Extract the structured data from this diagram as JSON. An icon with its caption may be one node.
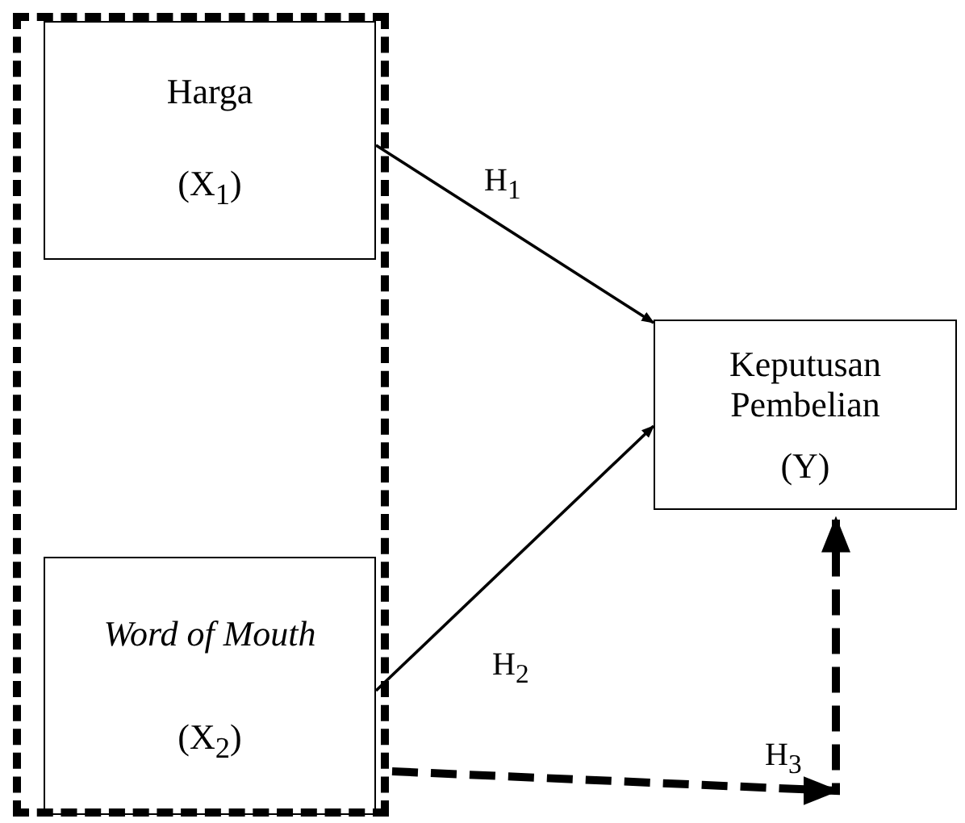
{
  "diagram": {
    "nodes": [
      {
        "text": [],
        "shape": "box"
      },
      {
        "text": [
          "Harga",
          "(X$_{1}$)"
        ],
        "in": 0
      },
      {
        "text": [
          "Word of Mouth",
          "(X$_{2}$)"
        ],
        "in": 0
      },
      {
        "text": [
          "Keputusan Pembelian",
          "(Y)"
        ]
      }
    ],
    "edges": [
      {
        "from": 1,
        "to": 3,
        "arrow": "to",
        "label": "H$_{1}$"
      },
      {
        "from": 2,
        "to": 3,
        "arrow": "to",
        "label": "H$_{2}$"
      },
      {
        "from": 0,
        "to": 3,
        "arrow": "to",
        "label": "H$_{3}$",
        "style": "dashed"
      }
    ]
  }
}
